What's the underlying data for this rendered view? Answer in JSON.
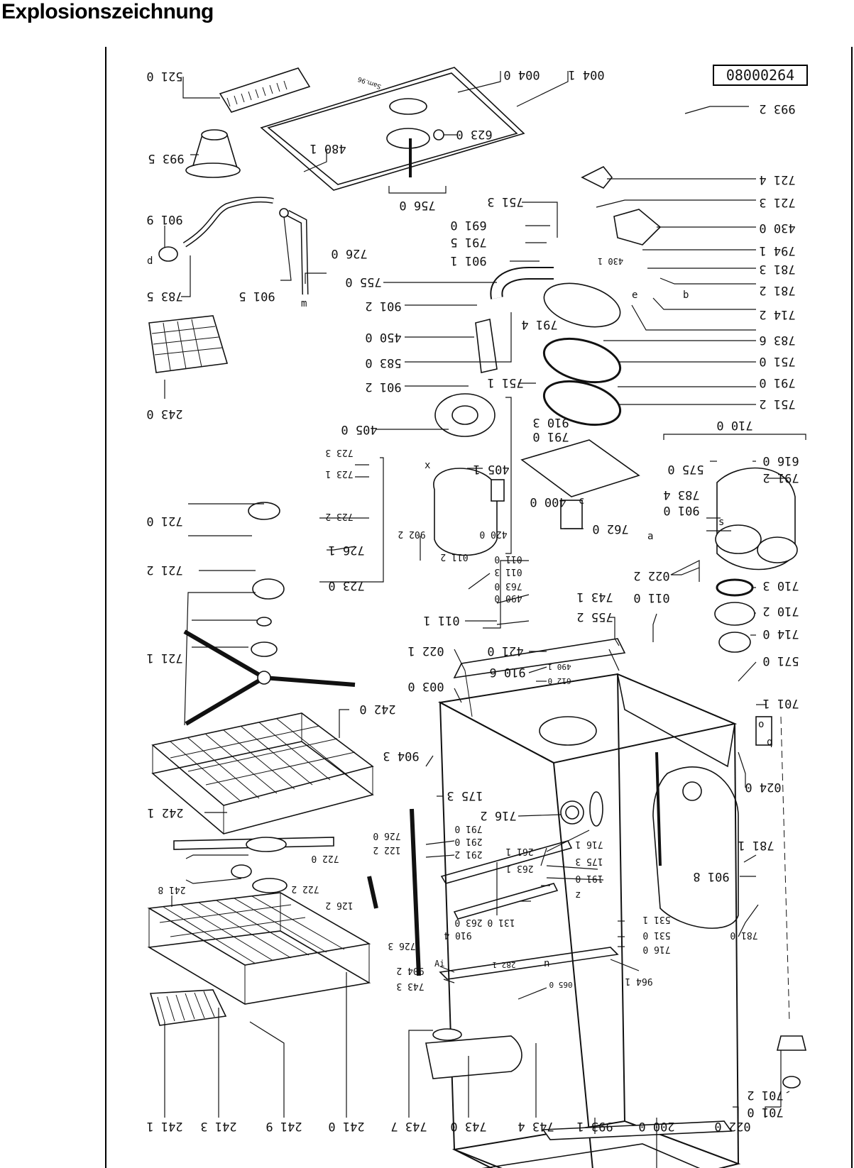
{
  "page": {
    "title": "Explosionszeichnung"
  },
  "drawing": {
    "doc_number": "08000264",
    "small_text": "Sam.96",
    "letters": [
      "d",
      "m",
      "e",
      "b",
      "c",
      "x",
      "z",
      "n",
      "a",
      "q",
      "o",
      "s",
      "Ai"
    ],
    "parts": [
      "004 1",
      "004 0",
      "521 0",
      "993 5",
      "480 1",
      "623 0",
      "756 0",
      "993 2",
      "721 4",
      "721 3",
      "430 0",
      "430 1",
      "794 1",
      "781 3",
      "781 2",
      "714 2",
      "783 6",
      "751 0",
      "791 0",
      "751 2",
      "751 3",
      "691 0",
      "791 5",
      "901 1",
      "755 0",
      "901 2",
      "450 0",
      "583 0",
      "791 4",
      "901 2",
      "751 1",
      "405 0",
      "405 1",
      "400 0",
      "910 3",
      "791 0",
      "762 0",
      "420 0",
      "901 9",
      "726 0",
      "901 5",
      "783 5",
      "243 0",
      "723 3",
      "723 1",
      "723 2",
      "721 0",
      "726 1",
      "723 0",
      "721 2",
      "721 1",
      "902 2",
      "011 2",
      "011 0",
      "011 3",
      "763 0",
      "490 0",
      "011 1",
      "421 0",
      "490 1",
      "612 0",
      "910 6",
      "743 1",
      "755 2",
      "022 2",
      "011 0",
      "710 0",
      "616 0",
      "575 0",
      "791 2",
      "783 4",
      "901 0",
      "710 3",
      "710 2",
      "714 0",
      "571 0",
      "701 1",
      "024 0",
      "022 1",
      "003 0",
      "242 0",
      "904 3",
      "175 3",
      "242 1",
      "716 2",
      "791 0",
      "291 0",
      "291 2",
      "726 0",
      "122 2",
      "722 0",
      "261 1",
      "263 1",
      "716 1",
      "175 3",
      "191 0",
      "722 2",
      "126 2",
      "263 0",
      "131 0",
      "901 8",
      "781 1",
      "531 1",
      "531 0",
      "716 0",
      "781 0",
      "241 8",
      "726 3",
      "910 4",
      "904 2",
      "282 1",
      "964 1",
      "065 0",
      "743 3",
      "241 1",
      "241 3",
      "241 9",
      "241 0",
      "743 7",
      "743 0",
      "743 4",
      "993 1",
      "200 0",
      "022 0",
      "701 0",
      "701 2"
    ]
  }
}
